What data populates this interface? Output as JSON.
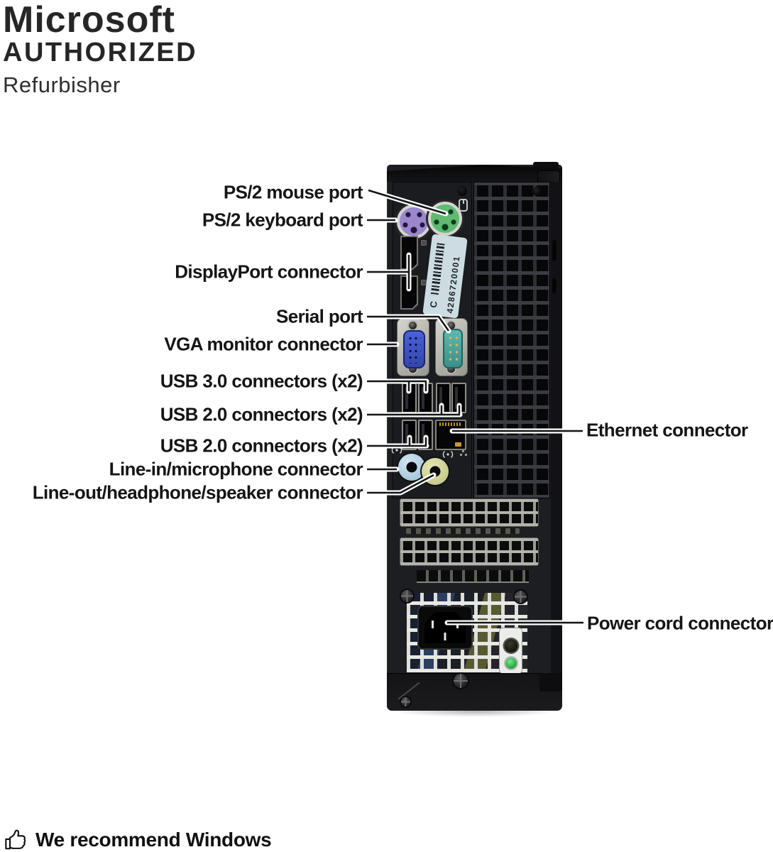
{
  "logo": {
    "line1": "Microsoft",
    "line2": "AUTHORIZED",
    "line3": "Refurbisher"
  },
  "diagram": {
    "labels": [
      {
        "text": "PS/2 mouse port"
      },
      {
        "text": "PS/2 keyboard port"
      },
      {
        "text": "DisplayPort connector"
      },
      {
        "text": "Serial port"
      },
      {
        "text": "VGA monitor connector"
      },
      {
        "text": "USB 3.0 connectors (x2)"
      },
      {
        "text": "USB 2.0 connectors (x2)"
      },
      {
        "text": "USB 2.0 connectors (x2)"
      },
      {
        "text": "Line-in/microphone connector"
      },
      {
        "text": "Line-out/headphone/speaker connector"
      },
      {
        "text": "Ethernet connector"
      },
      {
        "text": "Power cord connector"
      }
    ],
    "sticker": {
      "serial": "4286720001",
      "mark": "C"
    },
    "colors": {
      "ps2_keyboard": "#9b87cb",
      "ps2_mouse": "#5fba72",
      "vga": "#3f55c5",
      "serial_port": "#57b3ac",
      "line_in": "#b5d2e4",
      "line_out": "#d6d89c",
      "power_led": "#2fae4a",
      "sticker": "#ccdce2"
    }
  },
  "footer": {
    "text": "We recommend Windows"
  }
}
